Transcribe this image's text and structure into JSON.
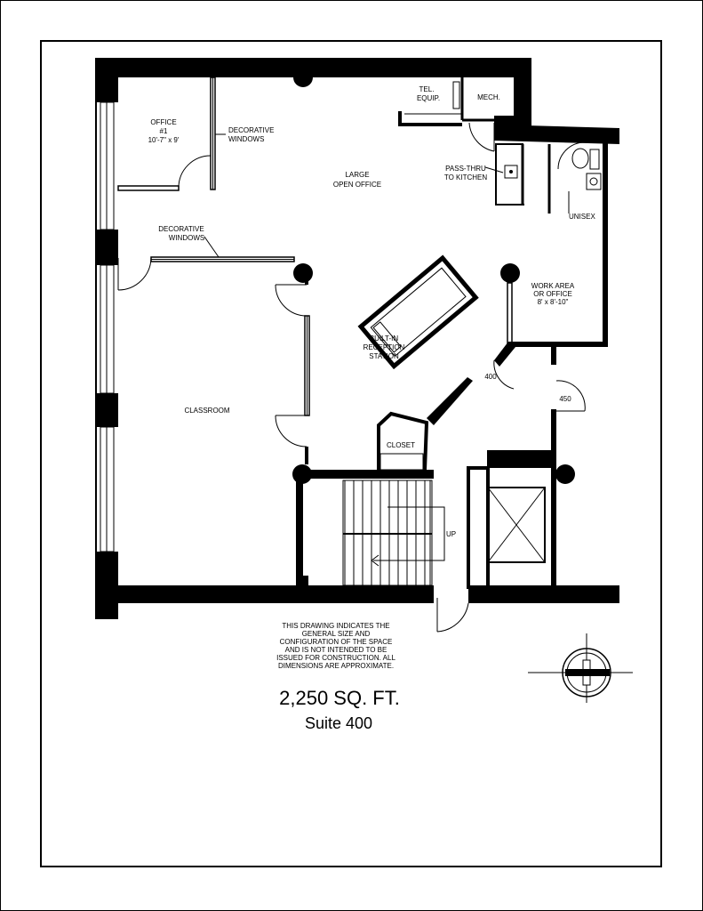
{
  "rooms": {
    "office1": {
      "line1": "OFFICE",
      "line2": "#1",
      "line3": "10'-7\" x 9'"
    },
    "decorative_windows_top": {
      "line1": "DECORATIVE",
      "line2": "WINDOWS"
    },
    "decorative_windows_left": {
      "line1": "DECORATIVE",
      "line2": "WINDOWS"
    },
    "tel_equip": {
      "line1": "TEL.",
      "line2": "EQUIP."
    },
    "mech": {
      "line1": "MECH."
    },
    "pass_thru": {
      "line1": "PASS-THRU",
      "line2": "TO KITCHEN"
    },
    "large_open_office": {
      "line1": "LARGE",
      "line2": "OPEN OFFICE"
    },
    "unisex": {
      "line1": "UNISEX"
    },
    "work_area": {
      "line1": "WORK AREA",
      "line2": "OR OFFICE",
      "line3": "8' x 8'-10\""
    },
    "reception": {
      "line1": "BUILT-IN",
      "line2": "RECEPTION",
      "line3": "STATION"
    },
    "classroom": {
      "line1": "CLASSROOM"
    },
    "closet": {
      "line1": "CLOSET"
    },
    "door_400": {
      "line1": "400"
    },
    "door_450": {
      "line1": "450"
    },
    "stairs_up": {
      "line1": "UP"
    }
  },
  "disclaimer": {
    "line1": "THIS DRAWING INDICATES THE",
    "line2": "GENERAL SIZE AND",
    "line3": "CONFIGURATION OF THE SPACE",
    "line4": "AND IS NOT INTENDED TO BE",
    "line5": "ISSUED FOR CONSTRUCTION.  ALL",
    "line6": "DIMENSIONS ARE APPROXIMATE."
  },
  "area_text": "2,250 SQ. FT.",
  "suite_text": "Suite 400",
  "icons": {
    "north_arrow": "north-arrow-icon"
  }
}
